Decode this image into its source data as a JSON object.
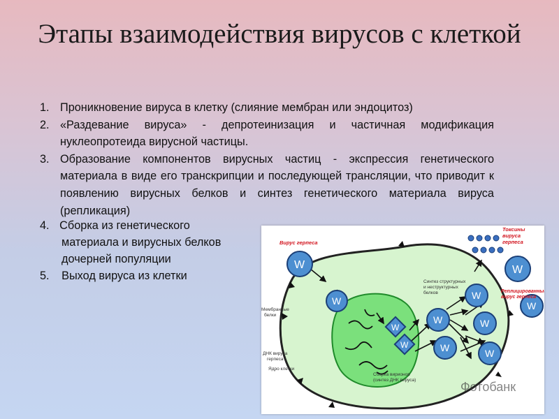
{
  "slide": {
    "title": "Этапы взаимодействия вирусов с клеткой",
    "items": [
      {
        "num": "1.",
        "text": "Проникновение вируса в клетку (слияние мембран или эндоцитоз)"
      },
      {
        "num": "2.",
        "text": "«Раздевание вируса» - депротеинизация и частичная модификация нуклеопротеида вирусной частицы."
      },
      {
        "num": "3.",
        "text": "Образование компонентов вирусных частиц - экспрессия генетического материала в виде его транскрипции и последующей трансляции, что приводит к появлению вирусных белков и синтез генетического материала вируса (репликация)"
      }
    ],
    "item4": {
      "num": "4.",
      "line1": "Сборка из генетического",
      "line2": "материала и вирусных белков",
      "line3": "дочерней популяции"
    },
    "item5": {
      "num": "5.",
      "text": "Выход вируса из клетки"
    }
  },
  "diagram": {
    "labels": {
      "herpes_virus": "Вирус герпеса",
      "toxins_1": "Токсины",
      "toxins_2": "вируса",
      "toxins_3": "герпеса",
      "synthesis_1": "Синтез структурных",
      "synthesis_2": "и неструктурных",
      "synthesis_3": "белков",
      "replicated_1": "Реплицированный",
      "replicated_2": "вирус герпеса",
      "membrane_1": "Мембранные",
      "membrane_2": "белки",
      "dna_1": "ДНК вируса",
      "dna_2": "герпеса",
      "nucleus": "Ядро клетки",
      "assembly_1": "Сборка вирионов",
      "assembly_2": "(синтез ДНК вируса)",
      "watermark": "Фотобанк"
    },
    "colors": {
      "cell_fill": "#d7f4cf",
      "nucleus_fill": "#7be07c",
      "virus_fill": "#4d8fd1",
      "red_label": "#d2141e"
    }
  }
}
